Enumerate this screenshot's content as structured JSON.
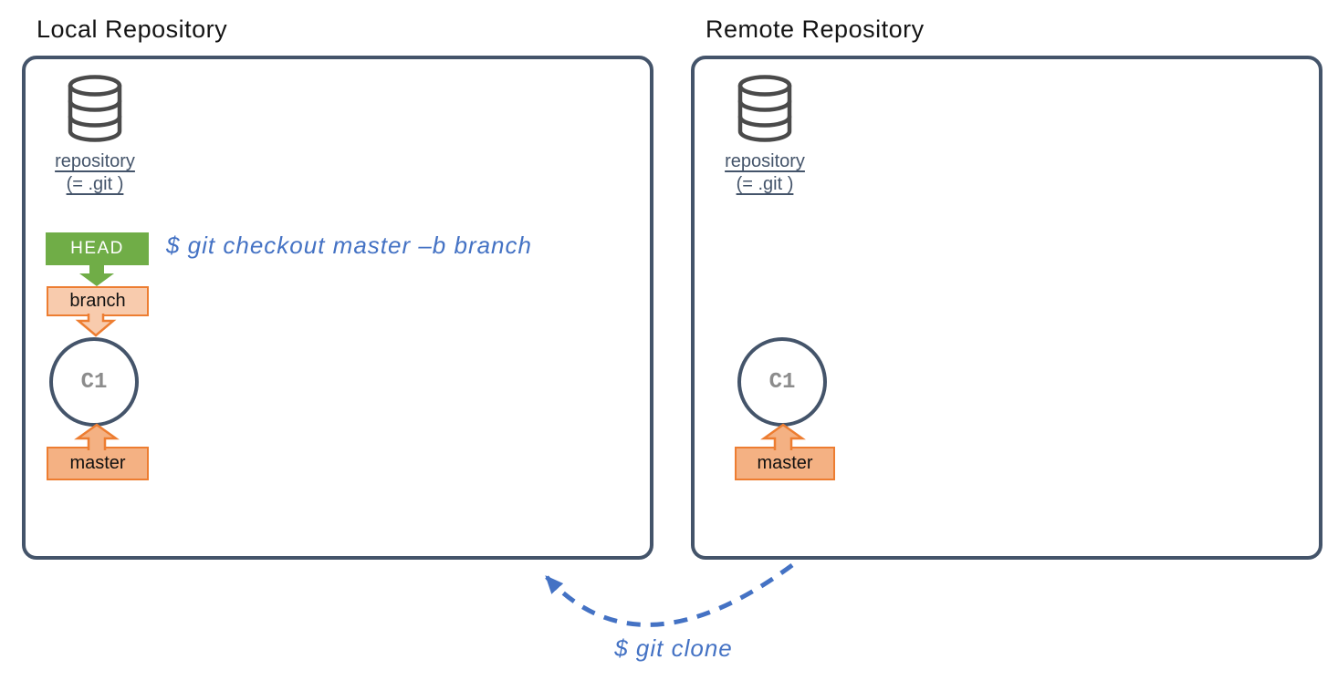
{
  "titles": {
    "local": "Local Repository",
    "remote": "Remote Repository"
  },
  "local": {
    "repo_label": "repository",
    "repo_sublabel": "(= .git )",
    "head_label": "HEAD",
    "branch_label": "branch",
    "commit_label": "C1",
    "master_label": "master",
    "command": "$ git checkout master –b branch"
  },
  "remote": {
    "repo_label": "repository",
    "repo_sublabel": "(= .git )",
    "commit_label": "C1",
    "master_label": "master"
  },
  "clone": {
    "command": "$ git clone"
  },
  "colors": {
    "panel_border": "#44546A",
    "head_green": "#70AD47",
    "branch_fill": "#F8CBAD",
    "master_fill": "#F4B183",
    "orange_border": "#ED7D31",
    "command_blue": "#4472C4",
    "commit_gray": "#8C8C8C",
    "database_gray": "#4A4A4A",
    "repo_label_slate": "#44546A"
  }
}
